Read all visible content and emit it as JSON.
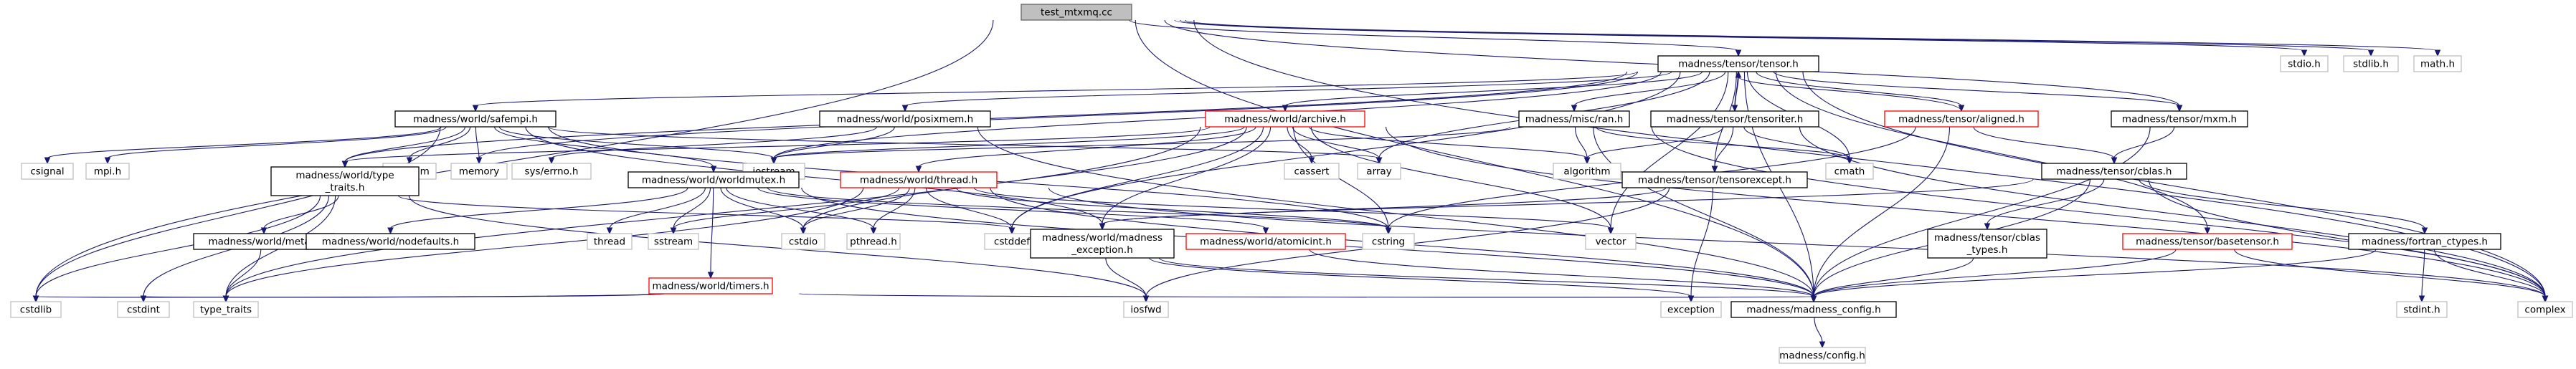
{
  "graph": {
    "nodes": [
      {
        "id": "root",
        "label": "test_mtxmq.cc",
        "style": "root"
      },
      {
        "id": "tensor",
        "label": "madness/tensor/tensor.h",
        "style": "black"
      },
      {
        "id": "stdio",
        "label": "stdio.h",
        "style": "gray"
      },
      {
        "id": "stdlib",
        "label": "stdlib.h",
        "style": "gray"
      },
      {
        "id": "math",
        "label": "math.h",
        "style": "gray"
      },
      {
        "id": "safempi",
        "label": "madness/world/safempi.h",
        "style": "black"
      },
      {
        "id": "posixmem",
        "label": "madness/world/posixmem.h",
        "style": "black"
      },
      {
        "id": "archive",
        "label": "madness/world/archive.h",
        "style": "red"
      },
      {
        "id": "ran",
        "label": "madness/misc/ran.h",
        "style": "black"
      },
      {
        "id": "tensoriter",
        "label": "madness/tensor/tensoriter.h",
        "style": "black"
      },
      {
        "id": "aligned",
        "label": "madness/tensor/aligned.h",
        "style": "red"
      },
      {
        "id": "mxm",
        "label": "madness/tensor/mxm.h",
        "style": "black"
      },
      {
        "id": "csignal",
        "label": "csignal",
        "style": "gray"
      },
      {
        "id": "mpih",
        "label": "mpi.h",
        "style": "gray"
      },
      {
        "id": "ostream",
        "label": "ostream",
        "style": "gray"
      },
      {
        "id": "memory",
        "label": "memory",
        "style": "gray"
      },
      {
        "id": "syserrno",
        "label": "sys/errno.h",
        "style": "gray"
      },
      {
        "id": "iostream",
        "label": "iostream",
        "style": "gray"
      },
      {
        "id": "cassert",
        "label": "cassert",
        "style": "gray"
      },
      {
        "id": "array",
        "label": "array",
        "style": "gray"
      },
      {
        "id": "algorithm",
        "label": "algorithm",
        "style": "gray"
      },
      {
        "id": "cmath",
        "label": "cmath",
        "style": "gray"
      },
      {
        "id": "cblas",
        "label": "madness/tensor/cblas.h",
        "style": "black"
      },
      {
        "id": "typetraits_h",
        "label": "madness/world/type\n_traits.h",
        "style": "black"
      },
      {
        "id": "worldmutex",
        "label": "madness/world/worldmutex.h",
        "style": "black"
      },
      {
        "id": "thread",
        "label": "madness/world/thread.h",
        "style": "red"
      },
      {
        "id": "tensorexcept",
        "label": "madness/tensor/tensorexcept.h",
        "style": "black"
      },
      {
        "id": "meta",
        "label": "madness/world/meta.h",
        "style": "black"
      },
      {
        "id": "nodefaults",
        "label": "madness/world/nodefaults.h",
        "style": "black"
      },
      {
        "id": "thread_std",
        "label": "thread",
        "style": "gray"
      },
      {
        "id": "sstream",
        "label": "sstream",
        "style": "gray"
      },
      {
        "id": "timers",
        "label": "madness/world/timers.h",
        "style": "red"
      },
      {
        "id": "cstdio",
        "label": "cstdio",
        "style": "gray"
      },
      {
        "id": "pthread",
        "label": "pthread.h",
        "style": "gray"
      },
      {
        "id": "cstddef",
        "label": "cstddef",
        "style": "gray"
      },
      {
        "id": "madexc",
        "label": "madness/world/madness\n_exception.h",
        "style": "black"
      },
      {
        "id": "atomicint",
        "label": "madness/world/atomicint.h",
        "style": "red"
      },
      {
        "id": "cstring",
        "label": "cstring",
        "style": "gray"
      },
      {
        "id": "vector",
        "label": "vector",
        "style": "gray"
      },
      {
        "id": "cblastypes",
        "label": "madness/tensor/cblas\n_types.h",
        "style": "black"
      },
      {
        "id": "basetensor",
        "label": "madness/tensor/basetensor.h",
        "style": "red"
      },
      {
        "id": "fortran",
        "label": "madness/fortran_ctypes.h",
        "style": "black"
      },
      {
        "id": "cstdlib",
        "label": "cstdlib",
        "style": "gray"
      },
      {
        "id": "cstdint",
        "label": "cstdint",
        "style": "gray"
      },
      {
        "id": "type_traits",
        "label": "type_traits",
        "style": "gray"
      },
      {
        "id": "iosfwd",
        "label": "iosfwd",
        "style": "gray"
      },
      {
        "id": "exception",
        "label": "exception",
        "style": "gray"
      },
      {
        "id": "madconfig_h",
        "label": "madness/madness_config.h",
        "style": "black"
      },
      {
        "id": "stdint",
        "label": "stdint.h",
        "style": "gray"
      },
      {
        "id": "complex",
        "label": "complex",
        "style": "gray"
      },
      {
        "id": "config",
        "label": "madness/config.h",
        "style": "gray"
      }
    ],
    "edges": [
      [
        "root",
        "tensor"
      ],
      [
        "root",
        "stdio"
      ],
      [
        "root",
        "stdlib"
      ],
      [
        "root",
        "math"
      ],
      [
        "root",
        "mxm"
      ],
      [
        "root",
        "madconfig_h"
      ],
      [
        "root",
        "cstdlib"
      ],
      [
        "root",
        "complex"
      ],
      [
        "tensor",
        "safempi"
      ],
      [
        "tensor",
        "posixmem"
      ],
      [
        "tensor",
        "archive"
      ],
      [
        "tensor",
        "ran"
      ],
      [
        "tensor",
        "tensoriter"
      ],
      [
        "tensor",
        "aligned"
      ],
      [
        "tensor",
        "mxm"
      ],
      [
        "tensor",
        "memory"
      ],
      [
        "tensor",
        "array"
      ],
      [
        "tensor",
        "cmath"
      ],
      [
        "tensor",
        "basetensor"
      ],
      [
        "tensor",
        "tensorexcept"
      ],
      [
        "tensor",
        "madconfig_h"
      ],
      [
        "tensor",
        "vector"
      ],
      [
        "tensor",
        "complex"
      ],
      [
        "tensor",
        "cstddef"
      ],
      [
        "tensor",
        "typetraits_h"
      ],
      [
        "tensor",
        "iostream"
      ],
      [
        "safempi",
        "csignal"
      ],
      [
        "safempi",
        "mpih"
      ],
      [
        "safempi",
        "ostream"
      ],
      [
        "safempi",
        "memory"
      ],
      [
        "safempi",
        "iostream"
      ],
      [
        "safempi",
        "array"
      ],
      [
        "safempi",
        "typetraits_h"
      ],
      [
        "safempi",
        "worldmutex"
      ],
      [
        "safempi",
        "cstring"
      ],
      [
        "safempi",
        "madexc"
      ],
      [
        "safempi",
        "cstdlib"
      ],
      [
        "posixmem",
        "syserrno"
      ],
      [
        "posixmem",
        "madconfig_h"
      ],
      [
        "posixmem",
        "iostream"
      ],
      [
        "archive",
        "cstddef"
      ],
      [
        "archive",
        "iostream"
      ],
      [
        "archive",
        "cassert"
      ],
      [
        "archive",
        "array"
      ],
      [
        "archive",
        "algorithm"
      ],
      [
        "archive",
        "vector"
      ],
      [
        "archive",
        "complex"
      ],
      [
        "archive",
        "typetraits_h"
      ],
      [
        "archive",
        "cstdio"
      ],
      [
        "archive",
        "madexc"
      ],
      [
        "archive",
        "thread"
      ],
      [
        "archive",
        "cstring"
      ],
      [
        "archive",
        "type_traits"
      ],
      [
        "ran",
        "iostream"
      ],
      [
        "ran",
        "cmath"
      ],
      [
        "ran",
        "complex"
      ],
      [
        "ran",
        "madconfig_h"
      ],
      [
        "ran",
        "algorithm"
      ],
      [
        "tensoriter",
        "tensor"
      ],
      [
        "tensoriter",
        "tensorexcept"
      ],
      [
        "tensoriter",
        "algorithm"
      ],
      [
        "tensoriter",
        "cmath"
      ],
      [
        "tensoriter",
        "complex"
      ],
      [
        "aligned",
        "tensor"
      ],
      [
        "aligned",
        "cblas"
      ],
      [
        "aligned",
        "madconfig_h"
      ],
      [
        "aligned",
        "cstring"
      ],
      [
        "mxm",
        "cblas"
      ],
      [
        "mxm",
        "madconfig_h"
      ],
      [
        "cblas",
        "cblastypes"
      ],
      [
        "cblas",
        "fortran"
      ],
      [
        "cblas",
        "madconfig_h"
      ],
      [
        "cblas",
        "complex"
      ],
      [
        "cblas",
        "madexc"
      ],
      [
        "typetraits_h",
        "meta"
      ],
      [
        "typetraits_h",
        "type_traits"
      ],
      [
        "typetraits_h",
        "cstddef"
      ],
      [
        "typetraits_h",
        "cstdint"
      ],
      [
        "typetraits_h",
        "iosfwd"
      ],
      [
        "typetraits_h",
        "cstdlib"
      ],
      [
        "worldmutex",
        "thread_std"
      ],
      [
        "worldmutex",
        "sstream"
      ],
      [
        "worldmutex",
        "timers"
      ],
      [
        "worldmutex",
        "cstdio"
      ],
      [
        "worldmutex",
        "pthread"
      ],
      [
        "worldmutex",
        "atomicint"
      ],
      [
        "worldmutex",
        "nodefaults"
      ],
      [
        "worldmutex",
        "madconfig_h"
      ],
      [
        "worldmutex",
        "cstring"
      ],
      [
        "thread",
        "cstddef"
      ],
      [
        "thread",
        "cstdio"
      ],
      [
        "thread",
        "pthread"
      ],
      [
        "thread",
        "cstring"
      ],
      [
        "thread",
        "type_traits"
      ],
      [
        "thread",
        "madconfig_h"
      ],
      [
        "thread",
        "sstream"
      ],
      [
        "thread",
        "vector"
      ],
      [
        "thread",
        "complex"
      ],
      [
        "tensorexcept",
        "madexc"
      ],
      [
        "tensorexcept",
        "iosfwd"
      ],
      [
        "tensorexcept",
        "exception"
      ],
      [
        "meta",
        "type_traits"
      ],
      [
        "timers",
        "madconfig_h"
      ],
      [
        "timers",
        "cstdint"
      ],
      [
        "timers",
        "cstdlib"
      ],
      [
        "madexc",
        "iosfwd"
      ],
      [
        "madexc",
        "exception"
      ],
      [
        "madexc",
        "madconfig_h"
      ],
      [
        "atomicint",
        "madconfig_h"
      ],
      [
        "cblastypes",
        "madconfig_h"
      ],
      [
        "basetensor",
        "madconfig_h"
      ],
      [
        "basetensor",
        "complex"
      ],
      [
        "fortran",
        "complex"
      ],
      [
        "fortran",
        "stdint"
      ],
      [
        "fortran",
        "madconfig_h"
      ],
      [
        "madconfig_h",
        "config"
      ]
    ]
  }
}
